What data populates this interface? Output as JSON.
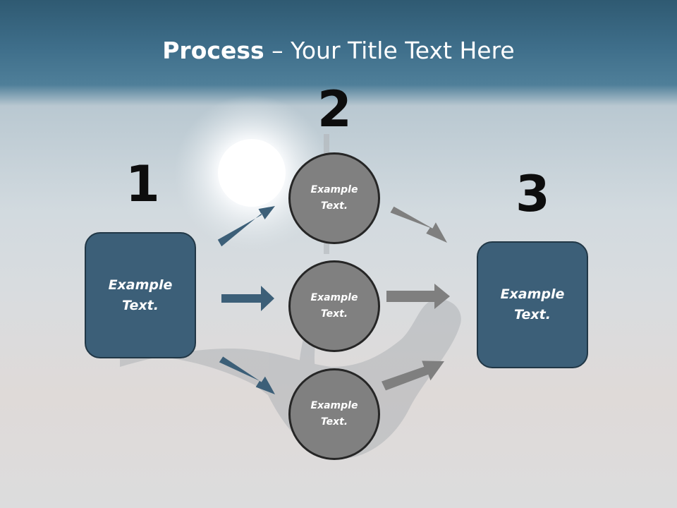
{
  "slide": {
    "title_bold": "Process",
    "title_rest": " – Your Title Text Here"
  },
  "steps": {
    "n1": "1",
    "n2": "2",
    "n3": "3"
  },
  "boxes": {
    "left": "Example\nText.",
    "right": "Example\nText."
  },
  "circles": {
    "top": "Example\nText.",
    "middle": "Example\nText.",
    "bottom": "Example\nText."
  },
  "colors": {
    "box_fill": "#3c5f78",
    "circle_fill": "#808080",
    "blue_arrow": "#3c5f78",
    "gray_arrow": "#7f7f7f"
  }
}
